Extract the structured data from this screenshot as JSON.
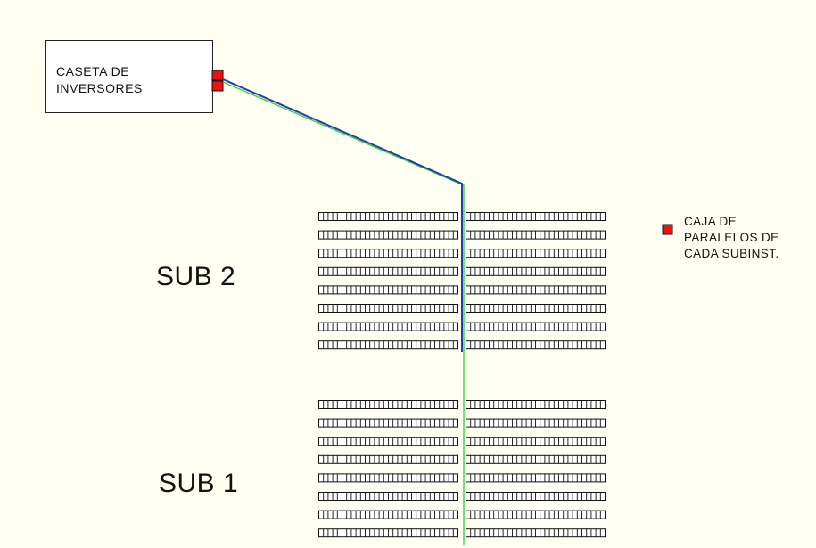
{
  "inverter_house": {
    "label_line1": "CASETA DE",
    "label_line2": "INVERSORES"
  },
  "legend": {
    "line1": "CAJA DE",
    "line2": "PARALELOS DE",
    "line3": "CADA SUBINST.",
    "marker_color": "#ee1111"
  },
  "subinstallations": [
    {
      "label": "SUB 2",
      "rows_per_side": 8
    },
    {
      "label": "SUB 1",
      "rows_per_side": 8
    }
  ],
  "colors": {
    "background": "#fffff2",
    "cable_blue": "#1f3fae",
    "cable_green": "#3ccf3c",
    "panel_stroke": "#111111"
  }
}
